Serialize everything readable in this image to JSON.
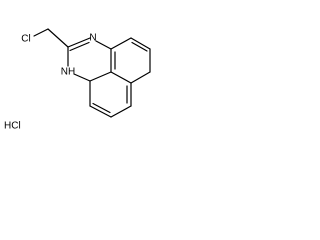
{
  "structure": {
    "atoms": {
      "chlorine": "Cl",
      "imine_nitrogen": "N",
      "amine_nitrogen": "NH"
    },
    "counterion": "HCl"
  }
}
